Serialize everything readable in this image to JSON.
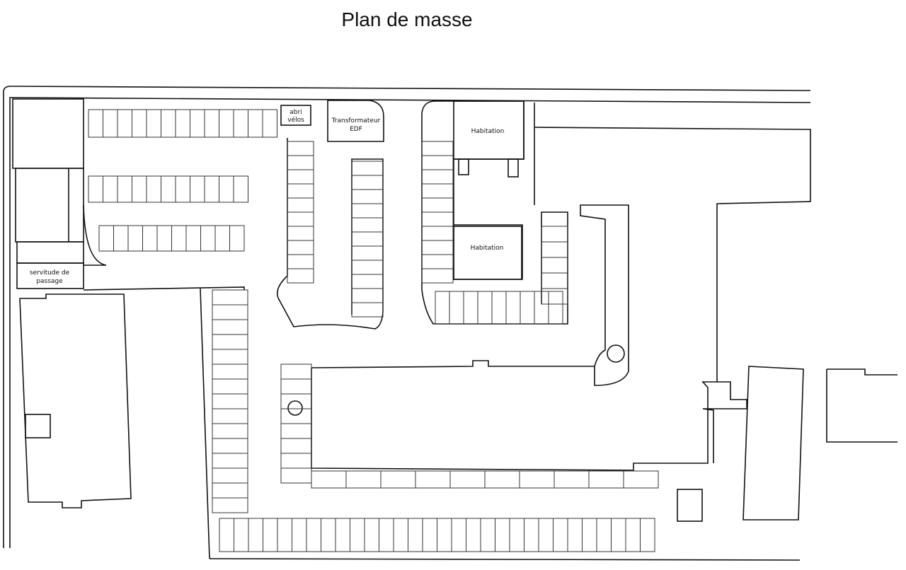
{
  "title": "Plan de masse",
  "labels": {
    "bike_shelter_line1": "abri",
    "bike_shelter_line2": "vélos",
    "transformer_line1": "Transformateur",
    "transformer_line2": "EDF",
    "housing_top": "Habitation",
    "housing_middle": "Habitation",
    "easement_line1": "servitude de",
    "easement_line2": "passage"
  }
}
